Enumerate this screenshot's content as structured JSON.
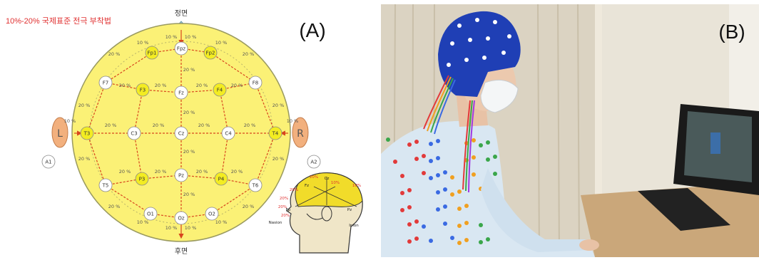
{
  "panel_a": {
    "label": "(A)",
    "title": "10%-20% 국제표준 전극 부착법",
    "front": "정면",
    "back": "후면",
    "left_ear": "L",
    "right_ear": "R",
    "electrodes": [
      {
        "name": "Fp1",
        "hl": true
      },
      {
        "name": "Fpz",
        "hl": false
      },
      {
        "name": "Fp2",
        "hl": true
      },
      {
        "name": "F7",
        "hl": false
      },
      {
        "name": "F3",
        "hl": true
      },
      {
        "name": "Fz",
        "hl": false
      },
      {
        "name": "F4",
        "hl": true
      },
      {
        "name": "F8",
        "hl": false
      },
      {
        "name": "T3",
        "hl": true
      },
      {
        "name": "C3",
        "hl": false
      },
      {
        "name": "Cz",
        "hl": false
      },
      {
        "name": "C4",
        "hl": false
      },
      {
        "name": "T4",
        "hl": true
      },
      {
        "name": "T5",
        "hl": false
      },
      {
        "name": "P3",
        "hl": true
      },
      {
        "name": "Pz",
        "hl": false
      },
      {
        "name": "P4",
        "hl": true
      },
      {
        "name": "T6",
        "hl": false
      },
      {
        "name": "O1",
        "hl": false
      },
      {
        "name": "Oz",
        "hl": false
      },
      {
        "name": "O2",
        "hl": false
      },
      {
        "name": "A1",
        "hl": false
      },
      {
        "name": "A2",
        "hl": false
      }
    ],
    "spacing_labels": {
      "ten": "10 %",
      "twenty": "20 %"
    },
    "inset": {
      "labels": [
        "20%",
        "20%",
        "20%",
        "20%",
        "20%",
        "10%",
        "10%",
        "Nasion",
        "Inion",
        "Cz",
        "Pz",
        "Fz",
        "Fp"
      ]
    }
  },
  "panel_b": {
    "label": "(B)"
  },
  "colors": {
    "head_fill": "#fbf176",
    "head_stroke": "#9a9a60",
    "arrow": "#d8461e",
    "ear": "#f2b07e",
    "electrode_hl": "#f3ec22",
    "electrode": "#ffffff",
    "title_red": "#e03030",
    "cap_blue": "#1f3fb5",
    "gown": "#d9e7f2",
    "desk": "#caa77a",
    "wall": "#e9e4d8",
    "curtain": "#dbd3c2"
  }
}
